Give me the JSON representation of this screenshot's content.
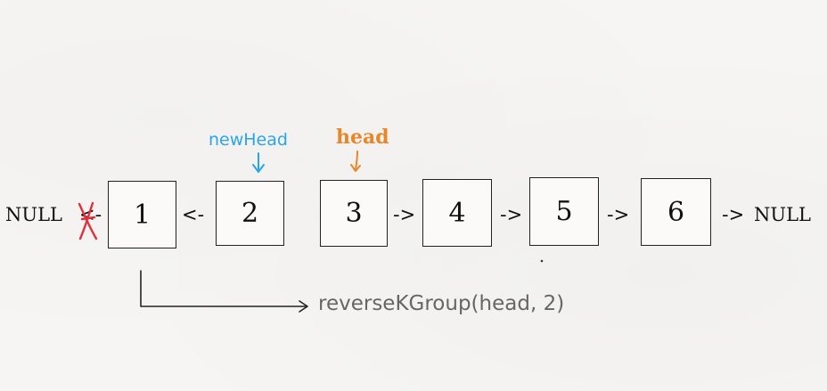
{
  "left_null": "NULL",
  "right_null": "NULL",
  "reverse_arrow": "<-",
  "forward_arrow": "->",
  "nodes": [
    "1",
    "2",
    "3",
    "4",
    "5",
    "6"
  ],
  "labels": {
    "new_head": "newHead",
    "head": "head"
  },
  "recursive_call": "reverseKGroup(head, 2)",
  "colors": {
    "new_head": "#2aa6e8",
    "head": "#e8862a",
    "cross": "#e0303a"
  }
}
